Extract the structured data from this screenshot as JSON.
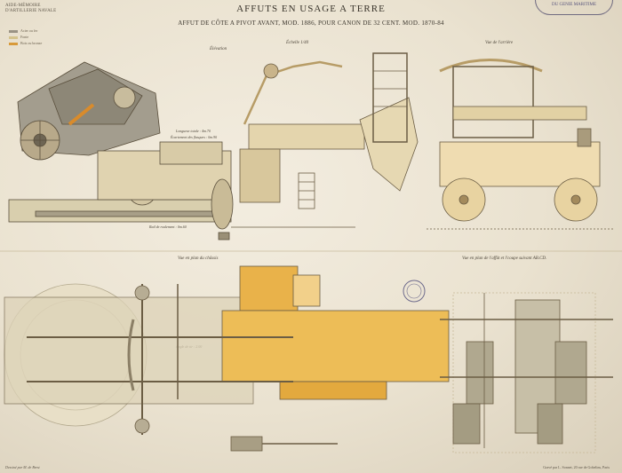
{
  "header": {
    "corner_line1": "AIDE-MÉMOIRE",
    "corner_line2": "D'ARTILLERIE NAVALE",
    "stamp_text": "DU GENIE MARITIME",
    "title": "AFFUTS EN USAGE A TERRE",
    "subtitle": "AFFUT DE CÔTE A PIVOT AVANT, MOD. 1886, POUR CANON DE 32 CENT. MOD. 1870-84"
  },
  "legend": [
    "Acier ou fer",
    "Fonte",
    "Bois ou bronze"
  ],
  "views": {
    "elevation": "Élévation",
    "side": "Échelle 1/40",
    "rear": "Vue de l'arrière",
    "plan": "Vue en plan du châssis",
    "plan_ab": "Vue en plan de l'affût et l'coupe suivant AB.CD."
  },
  "annotations": [
    "Longueur totale : 4m.70",
    "Écartement des flasques : 0m.90",
    "Rail de roulement : 0m.60",
    "Angle de tir : 2.00"
  ],
  "footer": {
    "artist": "Dessiné par M. de Brest",
    "printer": "Gravé par L. Sonnet, 20 rue de Gobelins, Paris"
  }
}
